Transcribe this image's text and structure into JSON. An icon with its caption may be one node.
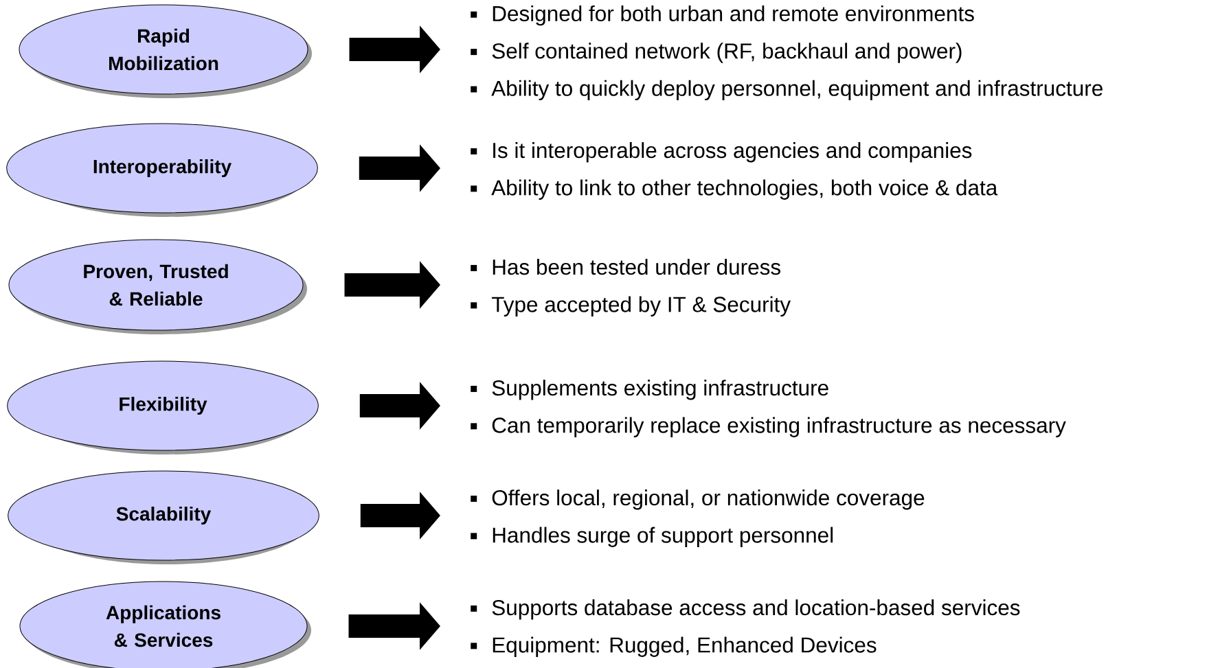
{
  "diagram": {
    "nodes": [
      {
        "text": [
          "Rapid Mobilization"
        ]
      },
      {
        "text": [
          "Designed for both urban and remote environments",
          "Self contained network (RF, backhaul and power)",
          "Ability to quickly deploy personnel, equipment and infrastructure"
        ]
      },
      {
        "text": [
          "Interoperability"
        ]
      },
      {
        "text": [
          "Is it interoperable across agencies and companies",
          "Ability to link to other technologies, both voice & data"
        ]
      },
      {
        "text": [
          "Proven, Trusted & Reliable"
        ]
      },
      {
        "text": [
          "Has been tested under duress",
          "Type accepted by IT & Security"
        ]
      },
      {
        "text": [
          "Flexibility"
        ]
      },
      {
        "text": [
          "Supplements existing infrastructure",
          "Can temporarily replace existing infrastructure as necessary"
        ]
      },
      {
        "text": [
          "Scalability"
        ]
      },
      {
        "text": [
          "Offers local, regional, or nationwide coverage",
          "Handles surge of support personnel"
        ]
      },
      {
        "text": [
          "Applications & Services"
        ]
      },
      {
        "text": [
          "Supports database access and location-based services",
          "Equipment: Rugged, Enhanced Devices"
        ]
      }
    ],
    "edges": [
      {
        "from": 0,
        "to": 1,
        "arrow": "to"
      },
      {
        "from": 2,
        "to": 3,
        "arrow": "to"
      },
      {
        "from": 4,
        "to": 5,
        "arrow": "to"
      },
      {
        "from": 6,
        "to": 7,
        "arrow": "to"
      },
      {
        "from": 8,
        "to": 9,
        "arrow": "to"
      },
      {
        "from": 10,
        "to": 11,
        "arrow": "to"
      }
    ]
  }
}
